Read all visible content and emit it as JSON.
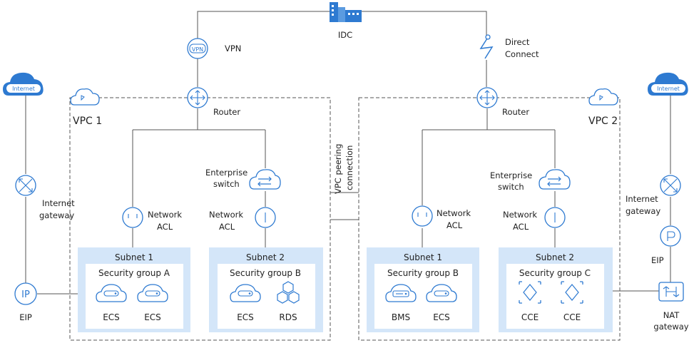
{
  "idc": {
    "label": "IDC"
  },
  "vpn": {
    "label": "VPN",
    "icon_text": "VPN"
  },
  "direct_connect": {
    "label_line1": "Direct",
    "label_line2": "Connect"
  },
  "peering": {
    "label_line1": "VPC peering",
    "label_line2": "connection"
  },
  "vpc1": {
    "label": "VPC 1",
    "router": "Router",
    "enterprise_switch": {
      "line1": "Enterprise",
      "line2": "switch"
    },
    "acl_left": {
      "line1": "Network",
      "line2": "ACL"
    },
    "acl_right": {
      "line1": "Network",
      "line2": "ACL"
    },
    "subnet1": {
      "title": "Subnet 1",
      "sg": "Security group A",
      "items": [
        "ECS",
        "ECS"
      ]
    },
    "subnet2": {
      "title": "Subnet 2",
      "sg": "Security group B",
      "items": [
        "ECS",
        "RDS"
      ]
    }
  },
  "vpc2": {
    "label": "VPC 2",
    "router": "Router",
    "enterprise_switch": {
      "line1": "Enterprise",
      "line2": "switch"
    },
    "acl_left": {
      "line1": "Network",
      "line2": "ACL"
    },
    "acl_right": {
      "line1": "Network",
      "line2": "ACL"
    },
    "subnet1": {
      "title": "Subnet 1",
      "sg": "Security group B",
      "items": [
        "BMS",
        "ECS"
      ]
    },
    "subnet2": {
      "title": "Subnet 2",
      "sg": "Security group C",
      "items": [
        "CCE",
        "CCE"
      ]
    }
  },
  "left_side": {
    "internet": "Internet",
    "gateway": {
      "line1": "Internet",
      "line2": "gateway"
    },
    "eip": "EIP",
    "eip_icon_text": "IP"
  },
  "right_side": {
    "internet": "Internet",
    "gateway": {
      "line1": "Internet",
      "line2": "gateway"
    },
    "eip": "EIP",
    "nat": {
      "line1": "NAT",
      "line2": "gateway"
    }
  },
  "colors": {
    "icon": "#2e7ad1",
    "subnet_fill": "#d4e6f9",
    "line": "#555555"
  }
}
